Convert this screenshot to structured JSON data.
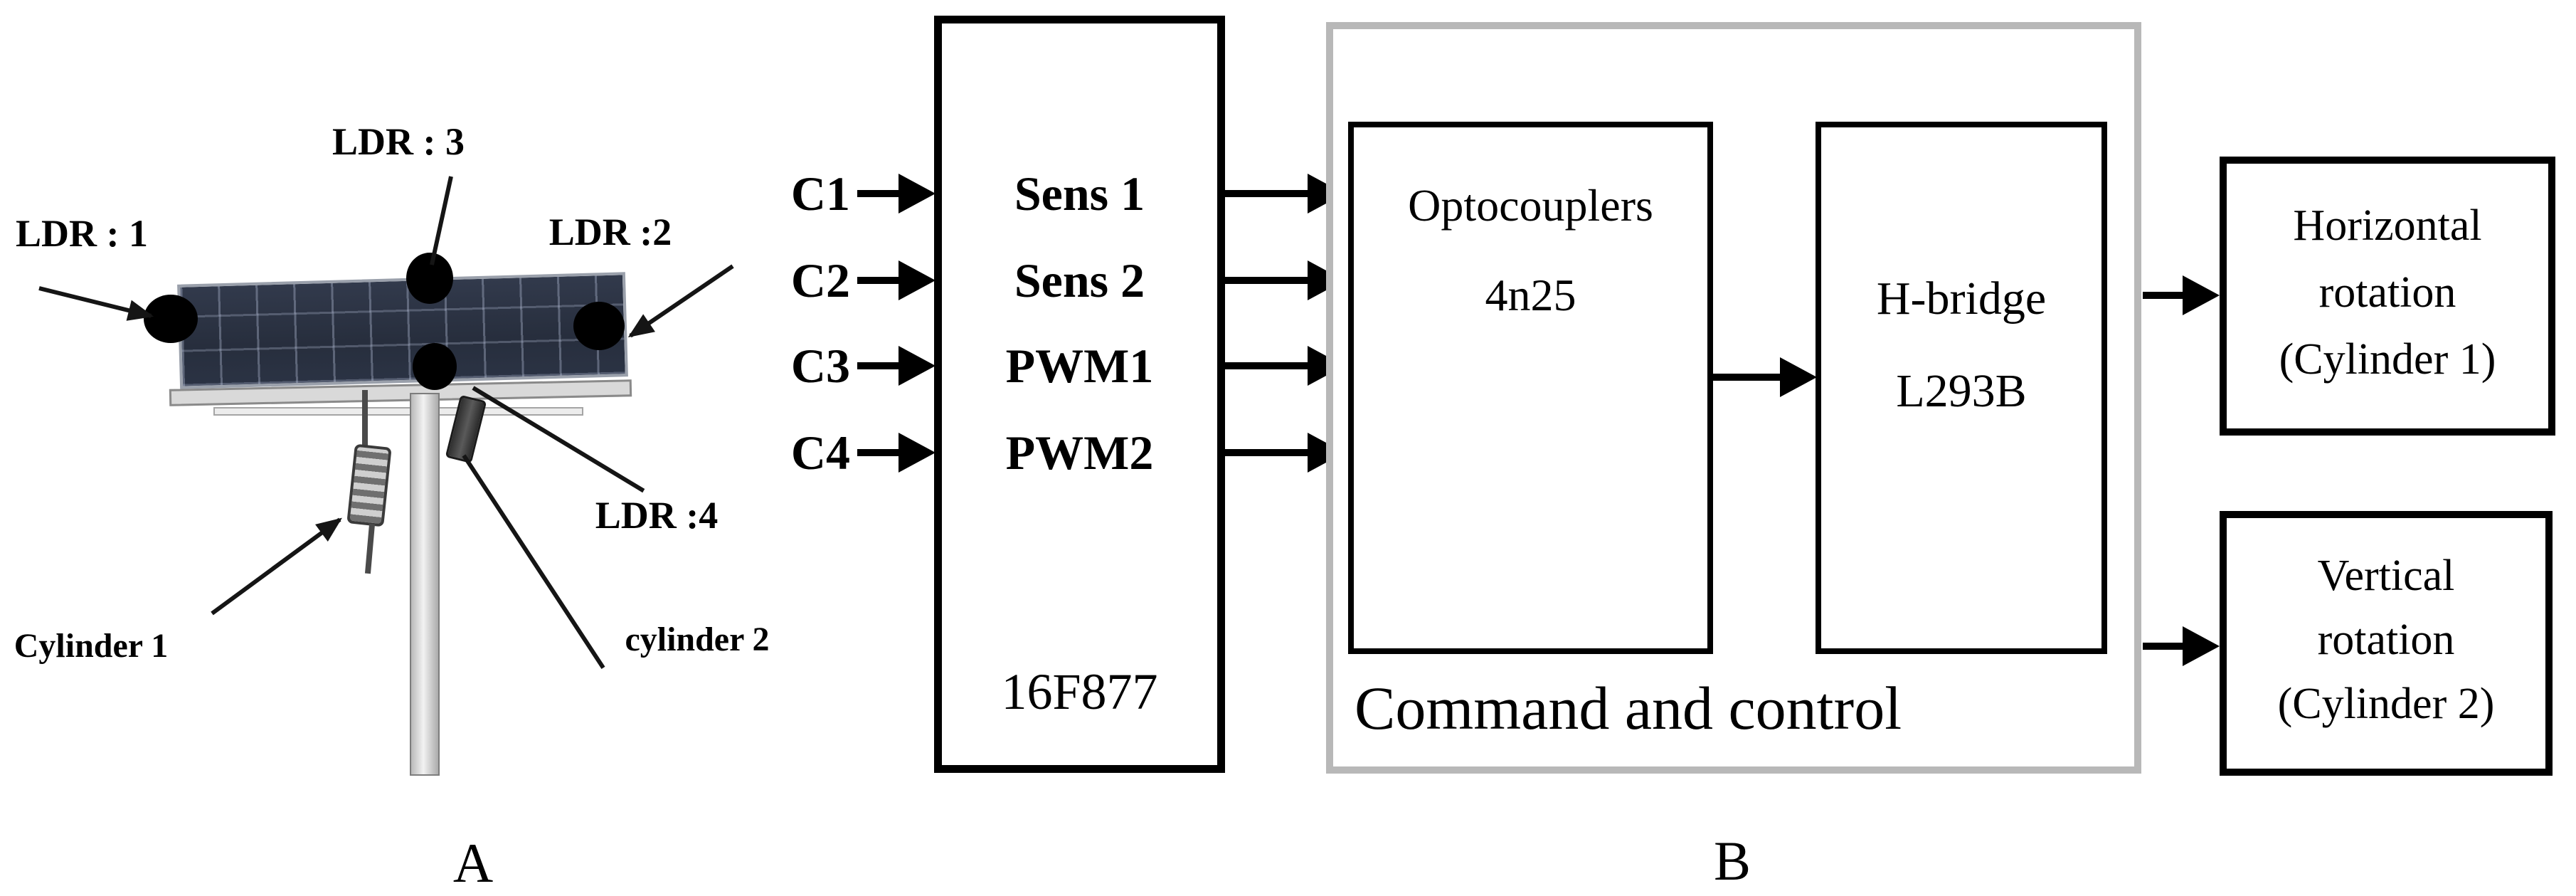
{
  "figure": {
    "caption_a": "A",
    "caption_b": "B"
  },
  "panel_a": {
    "labels": {
      "ldr1": "LDR : 1",
      "ldr2": "LDR :2",
      "ldr3": "LDR : 3",
      "ldr4": "LDR :4",
      "cylinder1": "Cylinder 1",
      "cylinder2": "cylinder 2"
    }
  },
  "diagram_b": {
    "inputs": [
      "C1",
      "C2",
      "C3",
      "C4"
    ],
    "mcu": {
      "ports": [
        "Sens 1",
        "Sens 2",
        "PWM1",
        "PWM2"
      ],
      "chip": "16F877"
    },
    "command_block": {
      "label": "Command and control",
      "optocouplers": {
        "line1": "Optocouplers",
        "line2": "4n25"
      },
      "hbridge": {
        "line1": "H-bridge",
        "line2": "L293B"
      }
    },
    "outputs": {
      "horizontal": {
        "line1": "Horizontal",
        "line2": "rotation",
        "line3": "(Cylinder 1)"
      },
      "vertical": {
        "line1": "Vertical",
        "line2": "rotation",
        "line3": "(Cylinder 2)"
      }
    }
  },
  "colors": {
    "ink": "#000000",
    "command_border": "#b8b8b8",
    "panel_surface": "#2b3344"
  }
}
